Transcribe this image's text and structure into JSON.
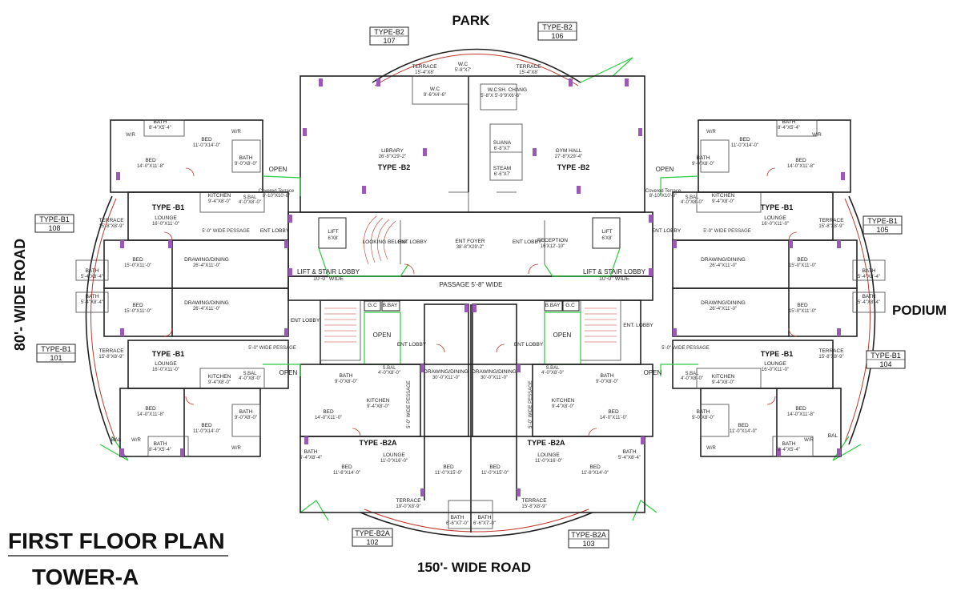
{
  "title": {
    "line1": "FIRST FLOOR PLAN",
    "line2": "TOWER-A"
  },
  "context": {
    "top": "PARK",
    "left": "80'- WIDE ROAD",
    "right": "PODIUM",
    "bottom": "150'- WIDE ROAD"
  },
  "unit_tags": [
    {
      "type": "TYPE-B2",
      "no": "107"
    },
    {
      "type": "TYPE-B2",
      "no": "106"
    },
    {
      "type": "TYPE-B1",
      "no": "108"
    },
    {
      "type": "TYPE-B1",
      "no": "105"
    },
    {
      "type": "TYPE-B1",
      "no": "101"
    },
    {
      "type": "TYPE-B1",
      "no": "104"
    },
    {
      "type": "TYPE-B2A",
      "no": "102"
    },
    {
      "type": "TYPE-B2A",
      "no": "103"
    }
  ],
  "type_labels": {
    "b2": "TYPE -B2",
    "b1": "TYPE -B1",
    "b2a": "TYPE -B2A"
  },
  "rooms": {
    "terrace_top_l": "TERRACE",
    "terrace_top_l_d": "15'-4\"X8'",
    "wc_top": "W.C",
    "wc_top_d": "5'-8\"X7'",
    "wc_top2": "W.C",
    "wc_top2_d": "8'-6\"X4'-6\"",
    "terrace_top_r": "TERRACE",
    "terrace_top_r_d": "15'-4\"X8'",
    "wc_r": "W.C",
    "wc_r_d": "5'-8\"X 5'-9\"",
    "sh_change": "SH. CHANG",
    "sh_change_d": "9'X6'-6\"",
    "library": "LIBRARY",
    "library_d": "26'-8\"X29'-2\"",
    "gym": "GYM HALL",
    "gym_d": "27'-8\"X29'-4\"",
    "suana": "SUANA",
    "suana_d": "6'-8\"X7'",
    "steam": "STEAM",
    "steam_d": "6'-6\"X7'",
    "open": "OPEN",
    "covered_terrace": "Covered Terrace",
    "covered_terrace_dl": "8'-10\"X10'-8\"",
    "covered_terrace_dr": "8'-10\"X10'-8\"",
    "lift": "LIFT",
    "lift_d": "6'X8'",
    "looking_below": "LOOKING BELOW",
    "ent_lobby": "ENT LOBBY",
    "ent_lobby_dot": "ENT. LOBBY",
    "ent_foyer": "ENT FOYER",
    "ent_foyer_d": "38'-8\"X29'-2\"",
    "reception": "RECEPTION",
    "reception_d": "16'X12'-10\"",
    "lift_stair_lobby": "LIFT & STAIR LOBBY",
    "lift_stair_lobby_d": "10'-0\" WIDE",
    "passage": "PASSAGE 5'-8\" WIDE",
    "wide_pessage": "5'-0\" WIDE PESSAGE",
    "bath": "BATH",
    "bath_d1": "8'-4\"X5'-4\"",
    "bath_d2": "8'-0\"X5'-4\"",
    "bath_d3": "9'-0\"X8'-0\"",
    "bath_d4": "5'-4\"X8'-4\"",
    "bath_d5": "6'-6\"X7'-0\"",
    "wr": "W/R",
    "bed": "BED",
    "bed_d1": "14'-0\"X11'-8\"",
    "bed_d2": "11'-0\"X14'-0\"",
    "bed_d3": "15'-0\"X11'-0\"",
    "bed_d4": "14'-0\"X11'-0\"",
    "bed_d5": "11'-8\"X14'-0\"",
    "bed_d6": "11'-0\"X15'-0\"",
    "kitchen": "KITCHEN",
    "kitchen_d": "9'-4\"X8'-0\"",
    "sbal": "S.BAL",
    "sbal_d": "4'-0\"X8'-0\"",
    "lounge": "LOUNGE",
    "lounge_d": "16'-0\"X11'-0\"",
    "lounge_d2": "11'-0\"X16'-0\"",
    "terrace": "TERRACE",
    "terrace_d": "15'-8\"X8'-9\"",
    "drawing": "DRAWING/DINING",
    "drawing_d": "26'-4\"X11'-0\"",
    "drawing_d2": "30'-0\"X11'-0\"",
    "bal": "BAL",
    "gc": "G.C",
    "bbay": "B.BAY",
    "wide_pessage_v": "5'-0\" WIDE PESSAGE",
    "terrace_b": "TERRACE",
    "terrace_bl_d": "19'-0\"X8'-9\"",
    "terrace_br_d": "15'-8\"X8'-9\""
  }
}
